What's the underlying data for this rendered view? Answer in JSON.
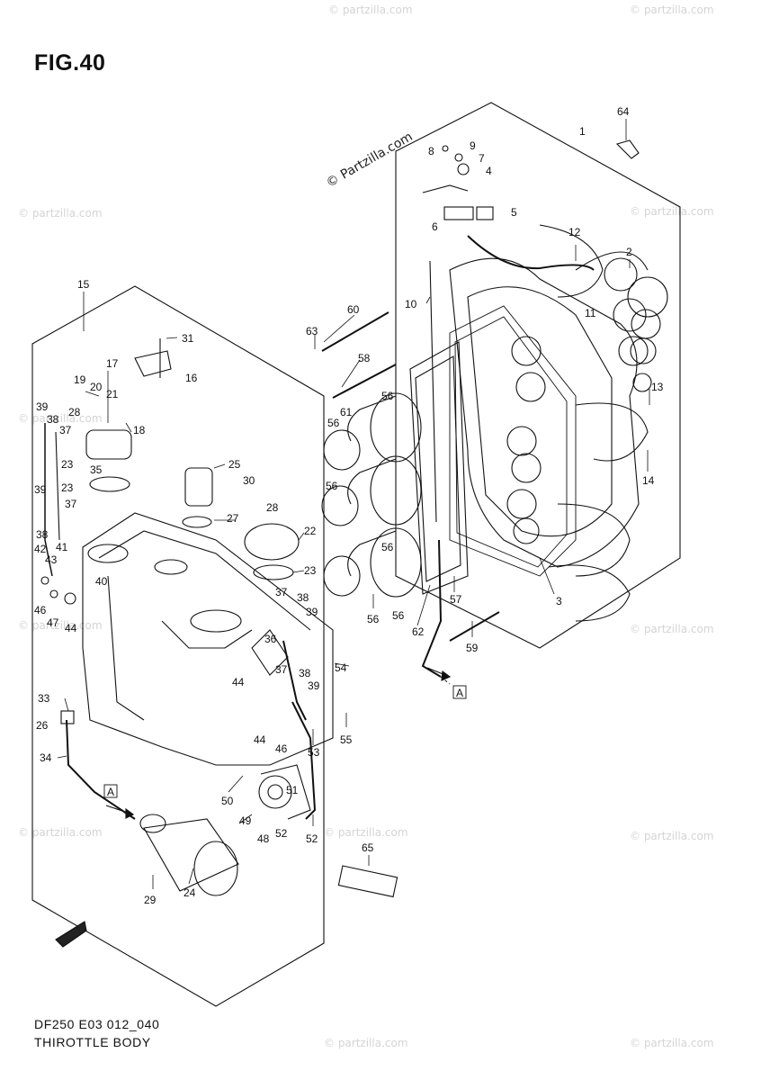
{
  "figure": {
    "title": "FIG.40",
    "code": "DF250 E03 012_040",
    "name": "THIROTTLE BODY"
  },
  "watermark": {
    "brand_label": "© Partzilla.com",
    "faint_label": "© partzilla.com"
  },
  "callouts": [
    "1",
    "2",
    "3",
    "4",
    "5",
    "6",
    "7",
    "8",
    "9",
    "10",
    "11",
    "12",
    "13",
    "14",
    "15",
    "16",
    "17",
    "18",
    "19",
    "20",
    "21",
    "22",
    "23",
    "23",
    "23",
    "24",
    "25",
    "26",
    "27",
    "28",
    "28",
    "29",
    "30",
    "31",
    "33",
    "34",
    "35",
    "36",
    "37",
    "37",
    "37",
    "37",
    "38",
    "38",
    "38",
    "38",
    "39",
    "39",
    "39",
    "39",
    "40",
    "41",
    "42",
    "43",
    "44",
    "44",
    "44",
    "46",
    "46",
    "47",
    "48",
    "49",
    "50",
    "51",
    "52",
    "52",
    "53",
    "54",
    "55",
    "56",
    "56",
    "56",
    "56",
    "56",
    "56",
    "57",
    "58",
    "59",
    "60",
    "61",
    "62",
    "63",
    "64",
    "65"
  ],
  "ref_marks": [
    "A",
    "A"
  ],
  "colors": {
    "ink": "#111111",
    "watermark": "#d4d4d4"
  }
}
